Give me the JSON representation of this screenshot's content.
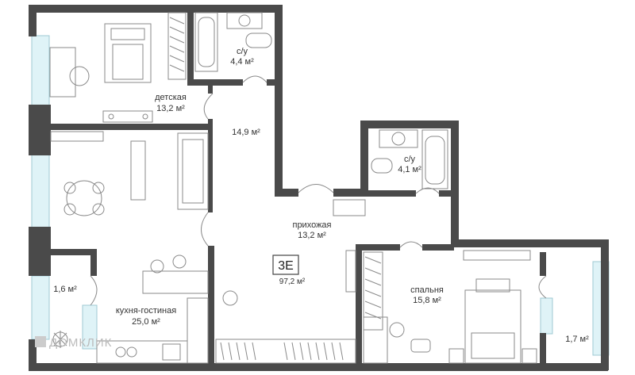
{
  "plan": {
    "apartment_type": "3E",
    "total_area": "97,2 м²",
    "rooms": [
      {
        "id": "kids",
        "name": "детская",
        "area": "13,2 м²"
      },
      {
        "id": "bath1",
        "name": "с/у",
        "area": "4,4 м²"
      },
      {
        "id": "corridor",
        "name": "",
        "area": "14,9 м²"
      },
      {
        "id": "bath2",
        "name": "с/у",
        "area": "4,1 м²"
      },
      {
        "id": "hall",
        "name": "прихожая",
        "area": "13,2 м²"
      },
      {
        "id": "balcony1",
        "name": "",
        "area": "1,6 м²"
      },
      {
        "id": "kitchen",
        "name": "кухня-гостиная",
        "area": "25,0 м²"
      },
      {
        "id": "bedroom",
        "name": "спальня",
        "area": "15,8 м²"
      },
      {
        "id": "balcony2",
        "name": "",
        "area": "1,7 м²"
      }
    ],
    "watermark": "ДОМКЛИК",
    "colors": {
      "wall": "#4a4a4a",
      "window": "#dff3f7",
      "furniture": "#8a8a8a"
    }
  }
}
